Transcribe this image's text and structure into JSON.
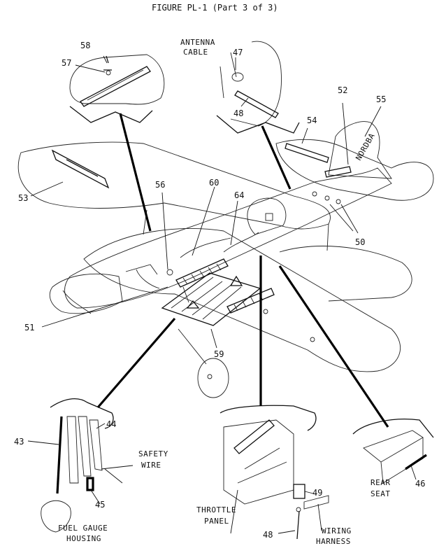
{
  "figure_title": "FIGURE PL-1 (Part 3 of 3)",
  "fuselage_text": "NORDBA",
  "callouts": {
    "c58": "58",
    "c57": "57",
    "c47": "47",
    "c48a": "48",
    "c52": "52",
    "c55": "55",
    "c54": "54",
    "c53": "53",
    "c56": "56",
    "c60": "60",
    "c64": "64",
    "c50": "50",
    "c51": "51",
    "c59": "59",
    "c44": "44",
    "c43": "43",
    "c45": "45",
    "c49": "49",
    "c46": "46",
    "c48b": "48"
  },
  "text_labels": {
    "antenna_l1": "ANTENNA",
    "antenna_l2": "CABLE",
    "safety_l1": "SAFETY",
    "safety_l2": "WIRE",
    "fuel_l1": "FUEL GAUGE",
    "fuel_l2": "HOUSING",
    "throttle_l1": "THROTTLE",
    "throttle_l2": "PANEL",
    "rear_l1": "REAR",
    "rear_l2": "SEAT",
    "wiring_l1": "WIRING",
    "wiring_l2": "HARNESS"
  }
}
